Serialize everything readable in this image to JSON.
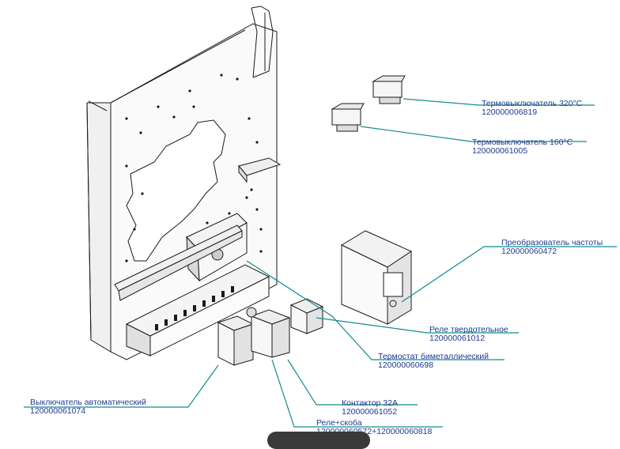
{
  "labels": {
    "thermo320": {
      "name": "Термовыключатель 320°С",
      "code": "120000006819"
    },
    "thermo160": {
      "name": "Термовыключатель 160°С",
      "code": "120000061005"
    },
    "converter": {
      "name": "Преобразователь частоты",
      "code": "120000060472"
    },
    "ssr": {
      "name": "Реле твердотельное",
      "code": "120000061012"
    },
    "bimetal": {
      "name": "Термостат биметаллический",
      "code": "120000060698"
    },
    "breaker": {
      "name": "Выключатель автоматический",
      "code": "120000061074"
    },
    "contactor": {
      "name": "Контактор 32А",
      "code": "120000061052"
    },
    "relay": {
      "name": "Реле+скоба",
      "code": "120000060572+120000060818"
    }
  },
  "colors": {
    "leader": "#138c8c",
    "text": "#1f3b8f",
    "drawing": "#1a1a1a"
  }
}
